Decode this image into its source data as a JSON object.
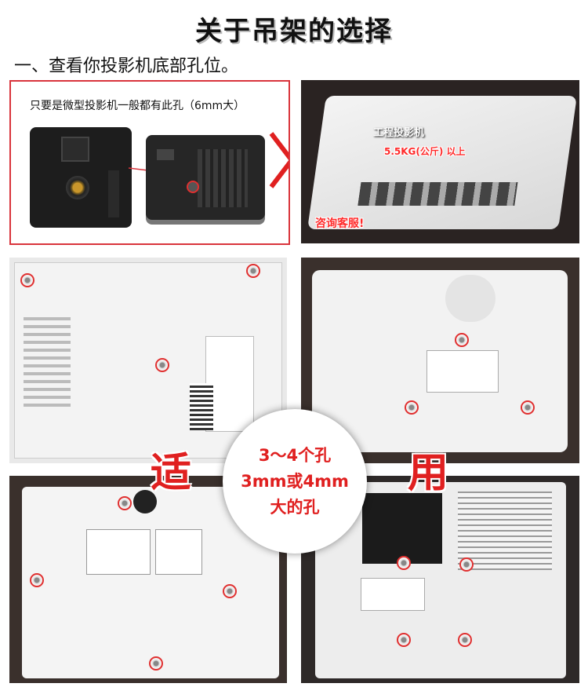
{
  "title": "关于吊架的选择",
  "subtitle": "一、查看你投影机底部孔位。",
  "panel_top_left": {
    "note": "只要是微型投影机一般都有此孔（6mm大）"
  },
  "panel_top_right": {
    "label_type": "工程投影机",
    "label_weight": "5.5KG(公斤) 以上",
    "label_contact": "咨询客服!"
  },
  "badge": {
    "line1": "3～4个孔",
    "line2": "3mm或4mm",
    "line3": "大的孔"
  },
  "suitable_left": "适",
  "suitable_right": "用",
  "colors": {
    "accent_red": "#e02020",
    "border_red": "#d9343c"
  }
}
